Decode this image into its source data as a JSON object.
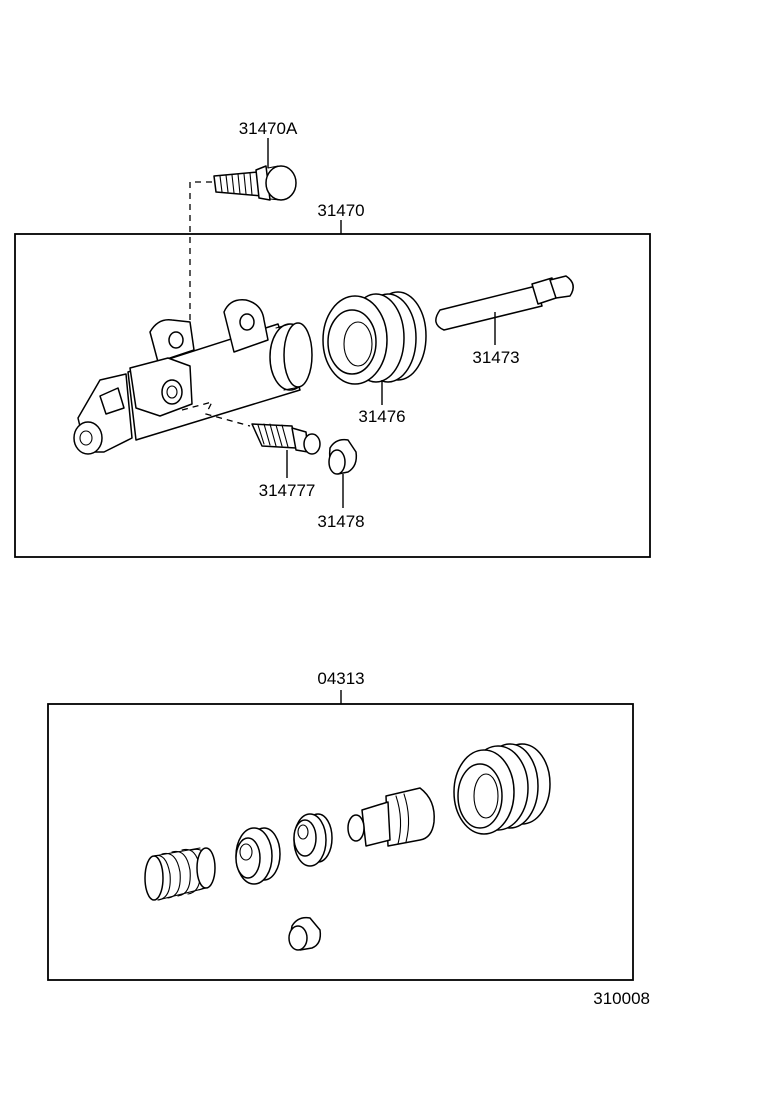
{
  "callouts": {
    "bolt": "31470A",
    "cylinder_assy": "31470",
    "push_rod": "31473",
    "boot": "31476",
    "bleeder_plug": "314777",
    "bleeder_cap": "31478",
    "repair_kit": "04313"
  },
  "illustration_code": "310008"
}
